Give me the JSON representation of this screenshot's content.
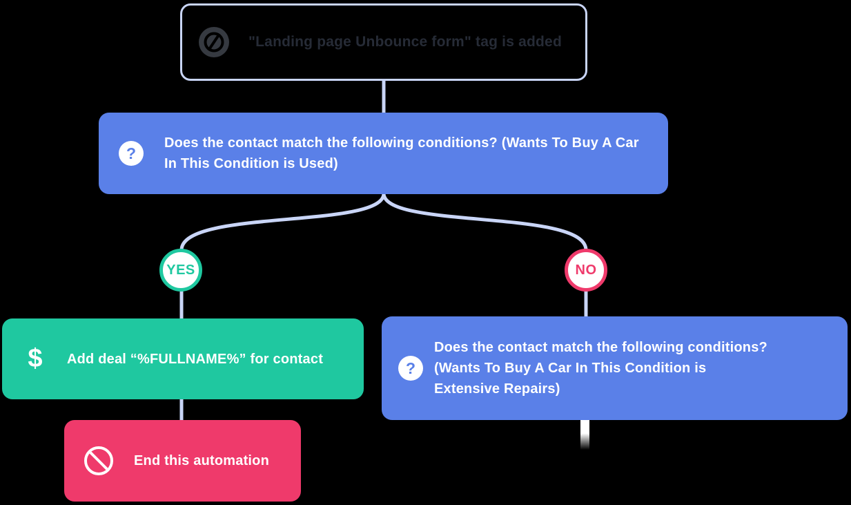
{
  "diagram": {
    "type": "automation-flowchart",
    "background_color": "#000000",
    "connector_color": "#C9D5F7",
    "blue_color": "#5A80E8",
    "green_color": "#1FC8A0",
    "pink_color": "#EF3A6B"
  },
  "icons": {
    "question_glyph": "?",
    "dollar_glyph": "$"
  },
  "nodes": {
    "trigger": {
      "label": "\"Landing page Unbounce form\" tag is added",
      "icon": "unbounce-logo-icon"
    },
    "condition_used": {
      "label": "Does the contact match the following conditions? (Wants To Buy A Car In This Condition is Used)",
      "icon": "question-mark-icon"
    },
    "branch_yes": {
      "label": "YES"
    },
    "branch_no": {
      "label": "NO"
    },
    "add_deal": {
      "label": "Add deal “%FULLNAME%” for contact",
      "icon": "dollar-icon"
    },
    "end_automation": {
      "label": "End this automation",
      "icon": "prohibition-icon"
    },
    "condition_extensive": {
      "label": "Does the contact match the following conditions? (Wants To Buy A Car In This Condition is Extensive Repairs)",
      "icon": "question-mark-icon"
    }
  }
}
